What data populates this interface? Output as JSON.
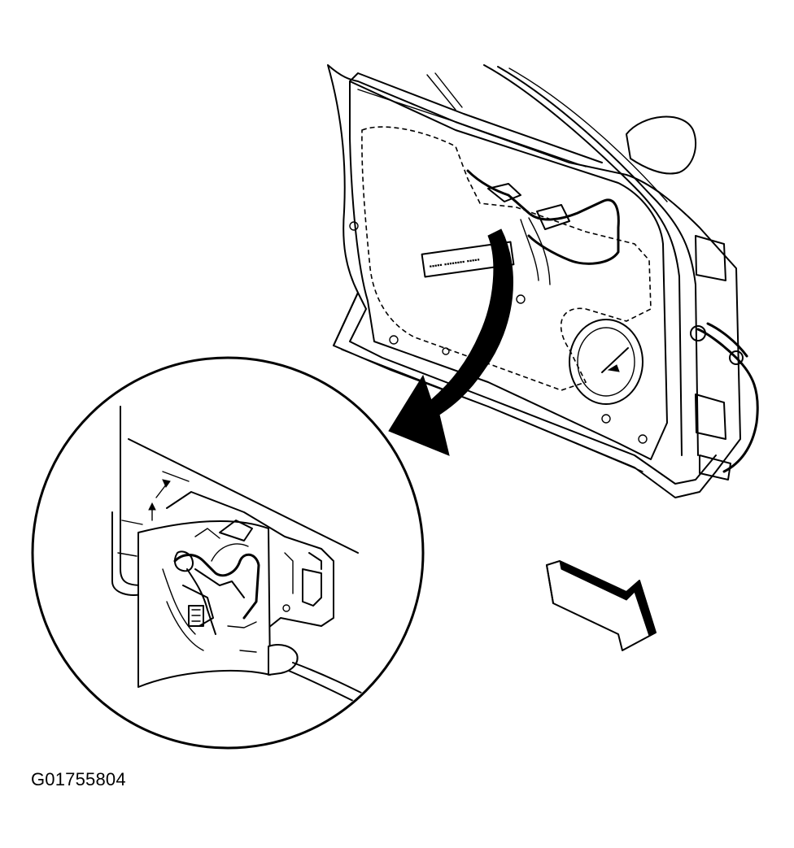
{
  "figure": {
    "id_label": "G01755804"
  },
  "icons": {
    "door": "door-panel-illustration",
    "callout_arrow": "curved-arrow-icon",
    "detail_circle": "magnified-detail-view",
    "direction_arrow": "forward-direction-arrow-icon"
  },
  "colors": {
    "line": "#000000",
    "background": "#ffffff"
  }
}
